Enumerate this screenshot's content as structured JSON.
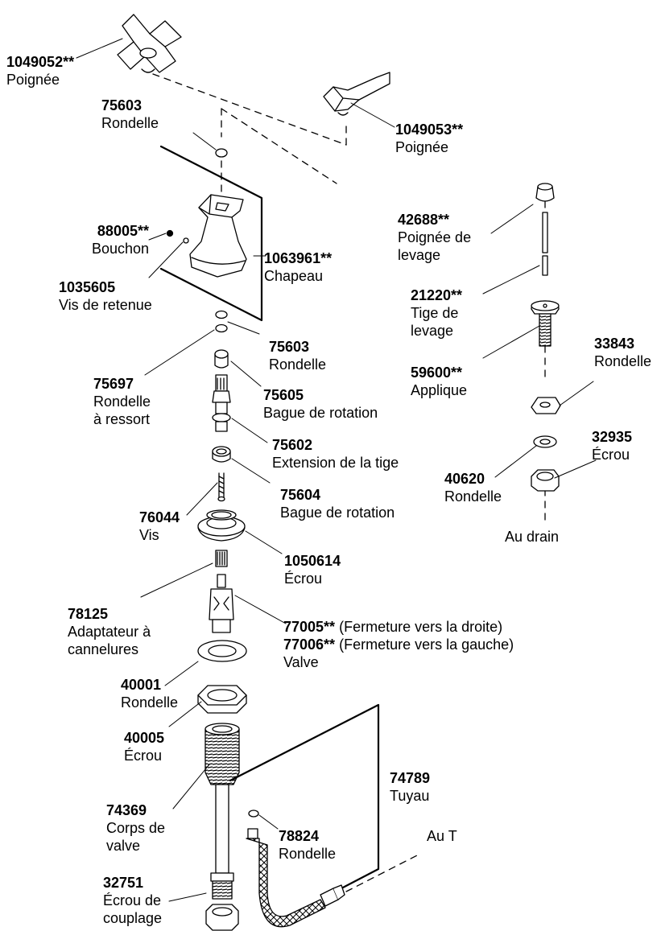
{
  "parts": {
    "p1049052": {
      "number": "1049052**",
      "name": "Poignée"
    },
    "p75603a": {
      "number": "75603",
      "name": "Rondelle"
    },
    "p1049053": {
      "number": "1049053**",
      "name": "Poignée"
    },
    "p42688": {
      "number": "42688**",
      "name1": "Poignée de",
      "name2": "levage"
    },
    "p88005": {
      "number": "88005**",
      "name": "Bouchon"
    },
    "p1063961": {
      "number": "1063961**",
      "name": "Chapeau"
    },
    "p1035605": {
      "number": "1035605",
      "name": "Vis de retenue"
    },
    "p21220": {
      "number": "21220**",
      "name1": "Tige de",
      "name2": "levage"
    },
    "p75603b": {
      "number": "75603",
      "name": "Rondelle"
    },
    "p33843": {
      "number": "33843",
      "name": "Rondelle"
    },
    "p59600": {
      "number": "59600**",
      "name": "Applique"
    },
    "p75697": {
      "number": "75697",
      "name1": "Rondelle",
      "name2": "à ressort"
    },
    "p75605": {
      "number": "75605",
      "name": "Bague de rotation"
    },
    "p75602": {
      "number": "75602",
      "name": "Extension de la tige"
    },
    "p32935": {
      "number": "32935",
      "name": "Écrou"
    },
    "p40620": {
      "number": "40620",
      "name": "Rondelle"
    },
    "p75604": {
      "number": "75604",
      "name": "Bague de rotation"
    },
    "p76044": {
      "number": "76044",
      "name": "Vis"
    },
    "au_drain": {
      "name": "Au drain"
    },
    "p1050614": {
      "number": "1050614",
      "name": "Écrou"
    },
    "p78125": {
      "number": "78125",
      "name1": "Adaptateur à",
      "name2": "cannelures"
    },
    "p77005": {
      "number": "77005**",
      "note": "(Fermeture vers la droite)"
    },
    "p77006": {
      "number": "77006**",
      "note": "(Fermeture vers la gauche)",
      "name": "Valve"
    },
    "p40001": {
      "number": "40001",
      "name": "Rondelle"
    },
    "p40005": {
      "number": "40005",
      "name": "Écrou"
    },
    "p74789": {
      "number": "74789",
      "name": "Tuyau"
    },
    "p74369": {
      "number": "74369",
      "name1": "Corps de",
      "name2": "valve"
    },
    "p78824": {
      "number": "78824",
      "name": "Rondelle"
    },
    "au_t": {
      "name": "Au T"
    },
    "p32751": {
      "number": "32751",
      "name1": "Écrou de",
      "name2": "couplage"
    }
  }
}
